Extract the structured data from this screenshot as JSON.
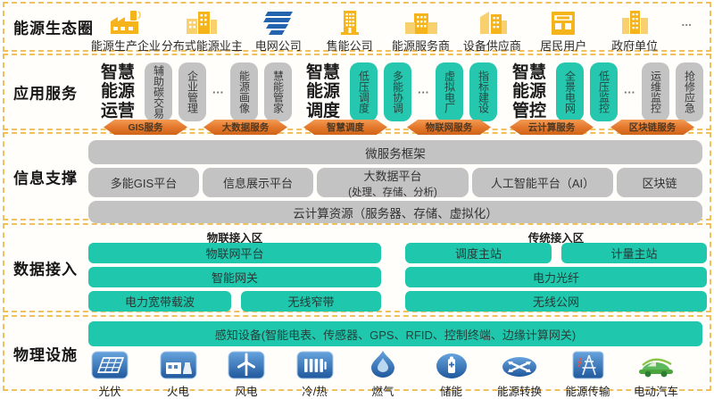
{
  "colors": {
    "teal": "#25c7ae",
    "gray_box": "#c3c3c3",
    "orange_ribbon": "#e2762b",
    "dashed_border": "#f0c05c",
    "gold_icon": "#f5b41c",
    "blue_icon": "#2e6cb5",
    "green_icon": "#5cb85c"
  },
  "layers": {
    "ecosystem": {
      "label": "能源生态圈",
      "entities": [
        "能源生产企业",
        "分布式能源业主",
        "电网公司",
        "售能公司",
        "能源服务商",
        "设备供应商",
        "居民用户",
        "政府单位"
      ],
      "more": "..."
    },
    "application": {
      "label": "应用服务",
      "groups": [
        {
          "title": "智慧能源运营",
          "boxes": [
            "辅助碳交易",
            "企业管理",
            "能源画像",
            "慧能管家"
          ],
          "more": "···"
        },
        {
          "title": "智慧能源调度",
          "boxes": [
            "低压调度",
            "多能协调",
            "虚拟电厂",
            "指标建设"
          ],
          "more": "···"
        },
        {
          "title": "智慧能源管控",
          "boxes": [
            "全景电网",
            "低压监控",
            "运维监控",
            "抢修应急"
          ],
          "more": "···"
        }
      ]
    },
    "services_ribbons": [
      "GIS服务",
      "大数据服务",
      "智慧调度",
      "物联网服务",
      "云计算服务",
      "区块链服务"
    ],
    "information": {
      "label": "信息支撑",
      "framework": "微服务框架",
      "platforms": [
        "多能GIS平台",
        "信息展示平台",
        "大数据平台",
        "人工智能平台（AI）",
        "区块链"
      ],
      "bigdata_sub": "(处理、存储、分析)",
      "cloud": "云计算资源（服务器、存储、虚拟化）"
    },
    "data_access": {
      "label": "数据接入",
      "iot_zone": {
        "title": "物联接入区",
        "platform": "物联网平台",
        "gateway": "智能网关",
        "plc": "电力宽带载波",
        "narrowband": "无线窄带"
      },
      "traditional_zone": {
        "title": "传统接入区",
        "dispatch": "调度主站",
        "metering": "计量主站",
        "fiber": "电力光纤",
        "public_net": "无线公网"
      }
    },
    "physical": {
      "label": "物理设施",
      "sensor_bar": "感知设备(智能电表、传感器、GPS、RFID、控制终端、边缘计算网关)",
      "devices": [
        "光伏",
        "火电",
        "风电",
        "冷/热",
        "燃气",
        "储能",
        "能源转换",
        "能源传输",
        "电动汽车"
      ]
    }
  }
}
